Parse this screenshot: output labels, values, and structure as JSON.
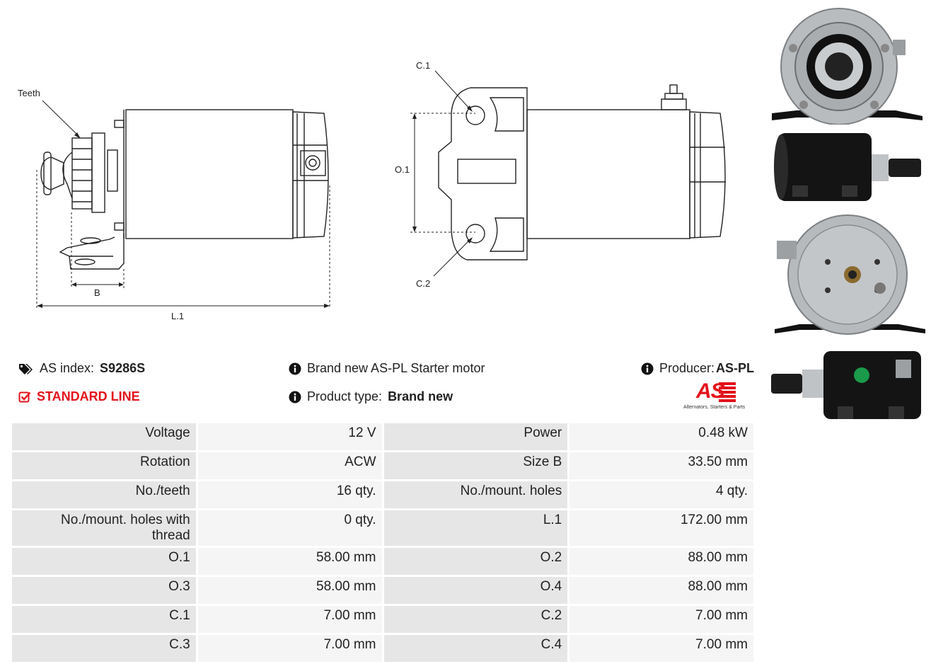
{
  "drawing": {
    "labels": {
      "teeth": "Teeth",
      "b": "B",
      "l1": "L.1",
      "c1": "C.1",
      "c2": "C.2",
      "o1": "O.1"
    }
  },
  "info": {
    "as_index_label": "AS index:",
    "as_index_value": "S9286S",
    "line": "STANDARD LINE",
    "description": "Brand new AS-PL Starter motor",
    "product_type_label": "Product type:",
    "product_type_value": "Brand new",
    "producer_label": "Producer:",
    "producer_value": "AS-PL",
    "logo_text": "AS",
    "logo_tagline": "Alternators, Starters & Parts"
  },
  "specs": [
    [
      {
        "label": "Voltage",
        "value": "12 V"
      },
      {
        "label": "Power",
        "value": "0.48 kW"
      }
    ],
    [
      {
        "label": "Rotation",
        "value": "ACW"
      },
      {
        "label": "Size B",
        "value": "33.50 mm"
      }
    ],
    [
      {
        "label": "No./teeth",
        "value": "16 qty."
      },
      {
        "label": "No./mount. holes",
        "value": "4 qty."
      }
    ],
    [
      {
        "label": "No./mount. holes with thread",
        "value": "0 qty."
      },
      {
        "label": "L.1",
        "value": "172.00 mm"
      }
    ],
    [
      {
        "label": "O.1",
        "value": "58.00 mm"
      },
      {
        "label": "O.2",
        "value": "88.00 mm"
      }
    ],
    [
      {
        "label": "O.3",
        "value": "58.00 mm"
      },
      {
        "label": "O.4",
        "value": "88.00 mm"
      }
    ],
    [
      {
        "label": "C.1",
        "value": "7.00 mm"
      },
      {
        "label": "C.2",
        "value": "7.00 mm"
      }
    ],
    [
      {
        "label": "C.3",
        "value": "7.00 mm"
      },
      {
        "label": "C.4",
        "value": "7.00 mm"
      }
    ]
  ],
  "colors": {
    "accent_red": "#e3121b",
    "label_bg": "#e6e6e6",
    "value_bg": "#f5f5f5"
  }
}
